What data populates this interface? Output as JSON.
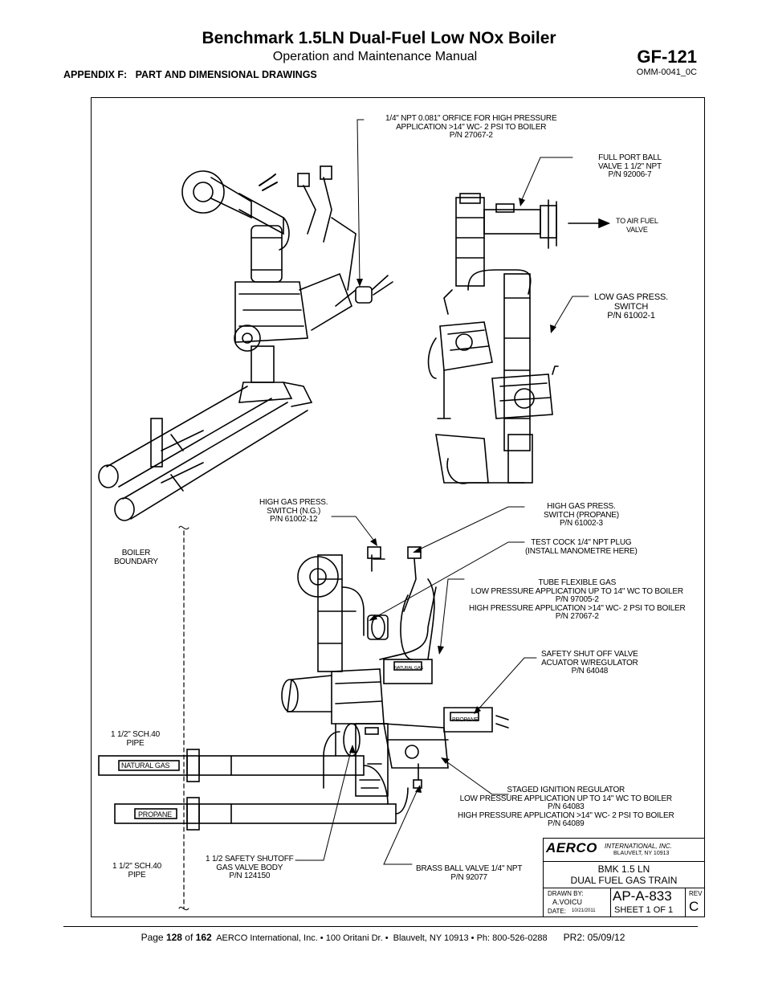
{
  "header": {
    "title": "Benchmark 1.5LN Dual-Fuel Low NOx Boiler",
    "subtitle": "Operation and Maintenance Manual",
    "appendix": "APPENDIX F:   PART AND DIMENSIONAL DRAWINGS",
    "page_code": "GF-121",
    "doc_number": "OMM-0041_0C"
  },
  "drawing": {
    "callouts": {
      "orifice": "1/4\" NPT 0.081\" ORFICE FOR HIGH PRESSURE\nAPPLICATION >14\" WC- 2 PSI TO BOILER\nP/N 27067-2",
      "ball_valve": "FULL PORT BALL\nVALVE 1 1/2\" NPT\nP/N 92006-7",
      "to_air_fuel": "TO AIR FUEL\nVALVE",
      "low_gas": "LOW GAS PRESS.\nSWITCH\nP/N 61002-1",
      "high_gas_ng": "HIGH GAS PRESS.\nSWITCH (N.G.)\nP/N 61002-12",
      "high_gas_propane": "HIGH GAS PRESS.\nSWITCH (PROPANE)\nP/N 61002-3",
      "test_cock": "TEST COCK 1/4\" NPT PLUG\n(INSTALL MANOMETRE HERE)",
      "boiler_boundary": "BOILER\nBOUNDARY",
      "tube_flexible": "TUBE FLEXIBLE GAS\nLOW PRESSURE APPLICATION UP TO 14\" WC TO BOILER\nP/N 97005-2\nHIGH PRESSURE APPLICATION >14\" WC- 2 PSI TO BOILER\nP/N 27067-2",
      "safety_shutoff": "SAFETY SHUT OFF VALVE\nACUATOR W/REGULATOR\nP/N 64048",
      "pipe_top": "1 1/2\" SCH.40\nPIPE",
      "natural_gas": "NATURAL GAS",
      "propane_tag": "PROPANE",
      "natural_gas_small": "NATURAL GAS",
      "propane_small": "PROPANE",
      "staged_ignition": "STAGED IGNITION REGULATOR\nLOW PRESSURE APPLICATION UP TO 14\" WC TO BOILER\nP/N 64083\nHIGH PRESSURE APPLICATION >14\" WC- 2 PSI TO BOILER\nP/N 64089",
      "pipe_bottom": "1 1/2\" SCH.40\nPIPE",
      "valve_body": "1 1/2 SAFETY SHUTOFF\nGAS VALVE BODY\nP/N 124150",
      "brass_ball": "BRASS BALL VALVE 1/4\" NPT\nP/N 92077"
    },
    "title_block": {
      "company_logo": "AERCO",
      "company_name": "INTERNATIONAL, INC.",
      "company_city": "BLAUVELT, NY 10913",
      "title_line1": "BMK 1.5 LN",
      "title_line2": "DUAL FUEL GAS TRAIN",
      "drawn_by_label": "DRAWN BY:",
      "drawn_by": "A.VOICU",
      "date_label": "DATE:",
      "date": "10/21/2011",
      "drawing_number": "AP-A-833",
      "sheet": "SHEET 1 OF 1",
      "rev_label": "REV",
      "rev": "C"
    }
  },
  "footer": {
    "page_prefix": "Page ",
    "page_num": "128",
    "of": " of ",
    "page_total": "162",
    "company_info": "  AERCO International, Inc. • 100 Oritani Dr. •  Blauvelt, NY 10913 • Ph: 800-526-0288",
    "revision": "PR2: 05/09/12"
  }
}
